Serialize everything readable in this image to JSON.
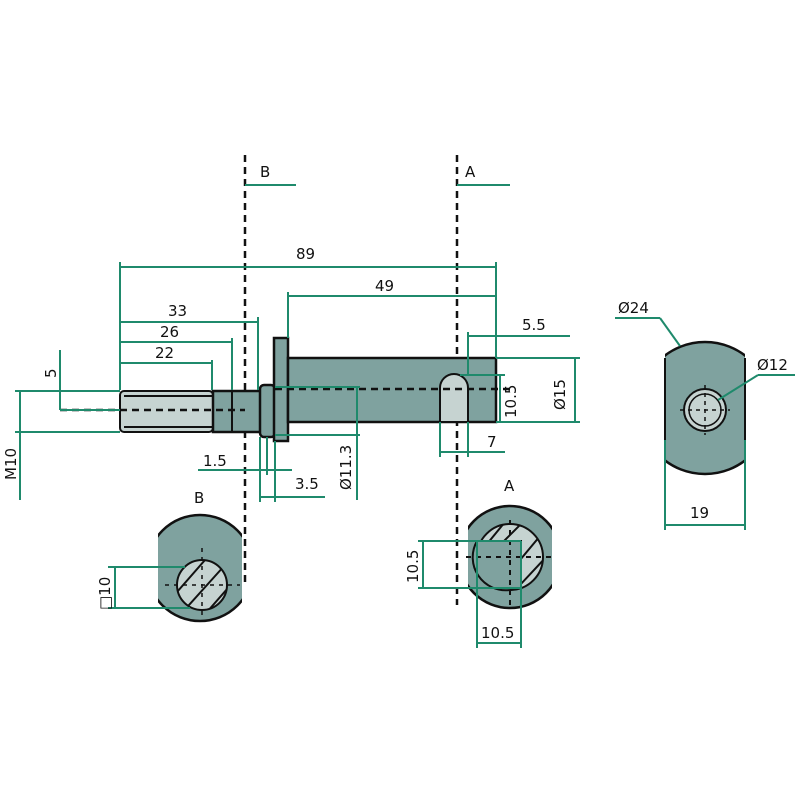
{
  "sections": {
    "b_label": "B",
    "a_label": "A"
  },
  "dimensions": {
    "overall_length": "89",
    "shaft_length": "49",
    "d33": "33",
    "d26": "26",
    "d22": "22",
    "d5": "5",
    "thread": "M10",
    "d5_5": "5.5",
    "slot_depth": "10.5",
    "shaft_diameter": "Ø15",
    "slot_width": "7",
    "d1_5": "1.5",
    "d3_5": "3.5",
    "collar_diameter": "Ø11.3",
    "outer_diameter": "Ø24",
    "bore_diameter": "Ø12",
    "flat_width": "19",
    "square_b": "□10",
    "section_a_height": "10.5",
    "section_a_width": "10.5"
  },
  "colors": {
    "part": "#7fa29f",
    "dimension": "#1f8a6c",
    "hatch_fill": "#c6d3d1"
  }
}
